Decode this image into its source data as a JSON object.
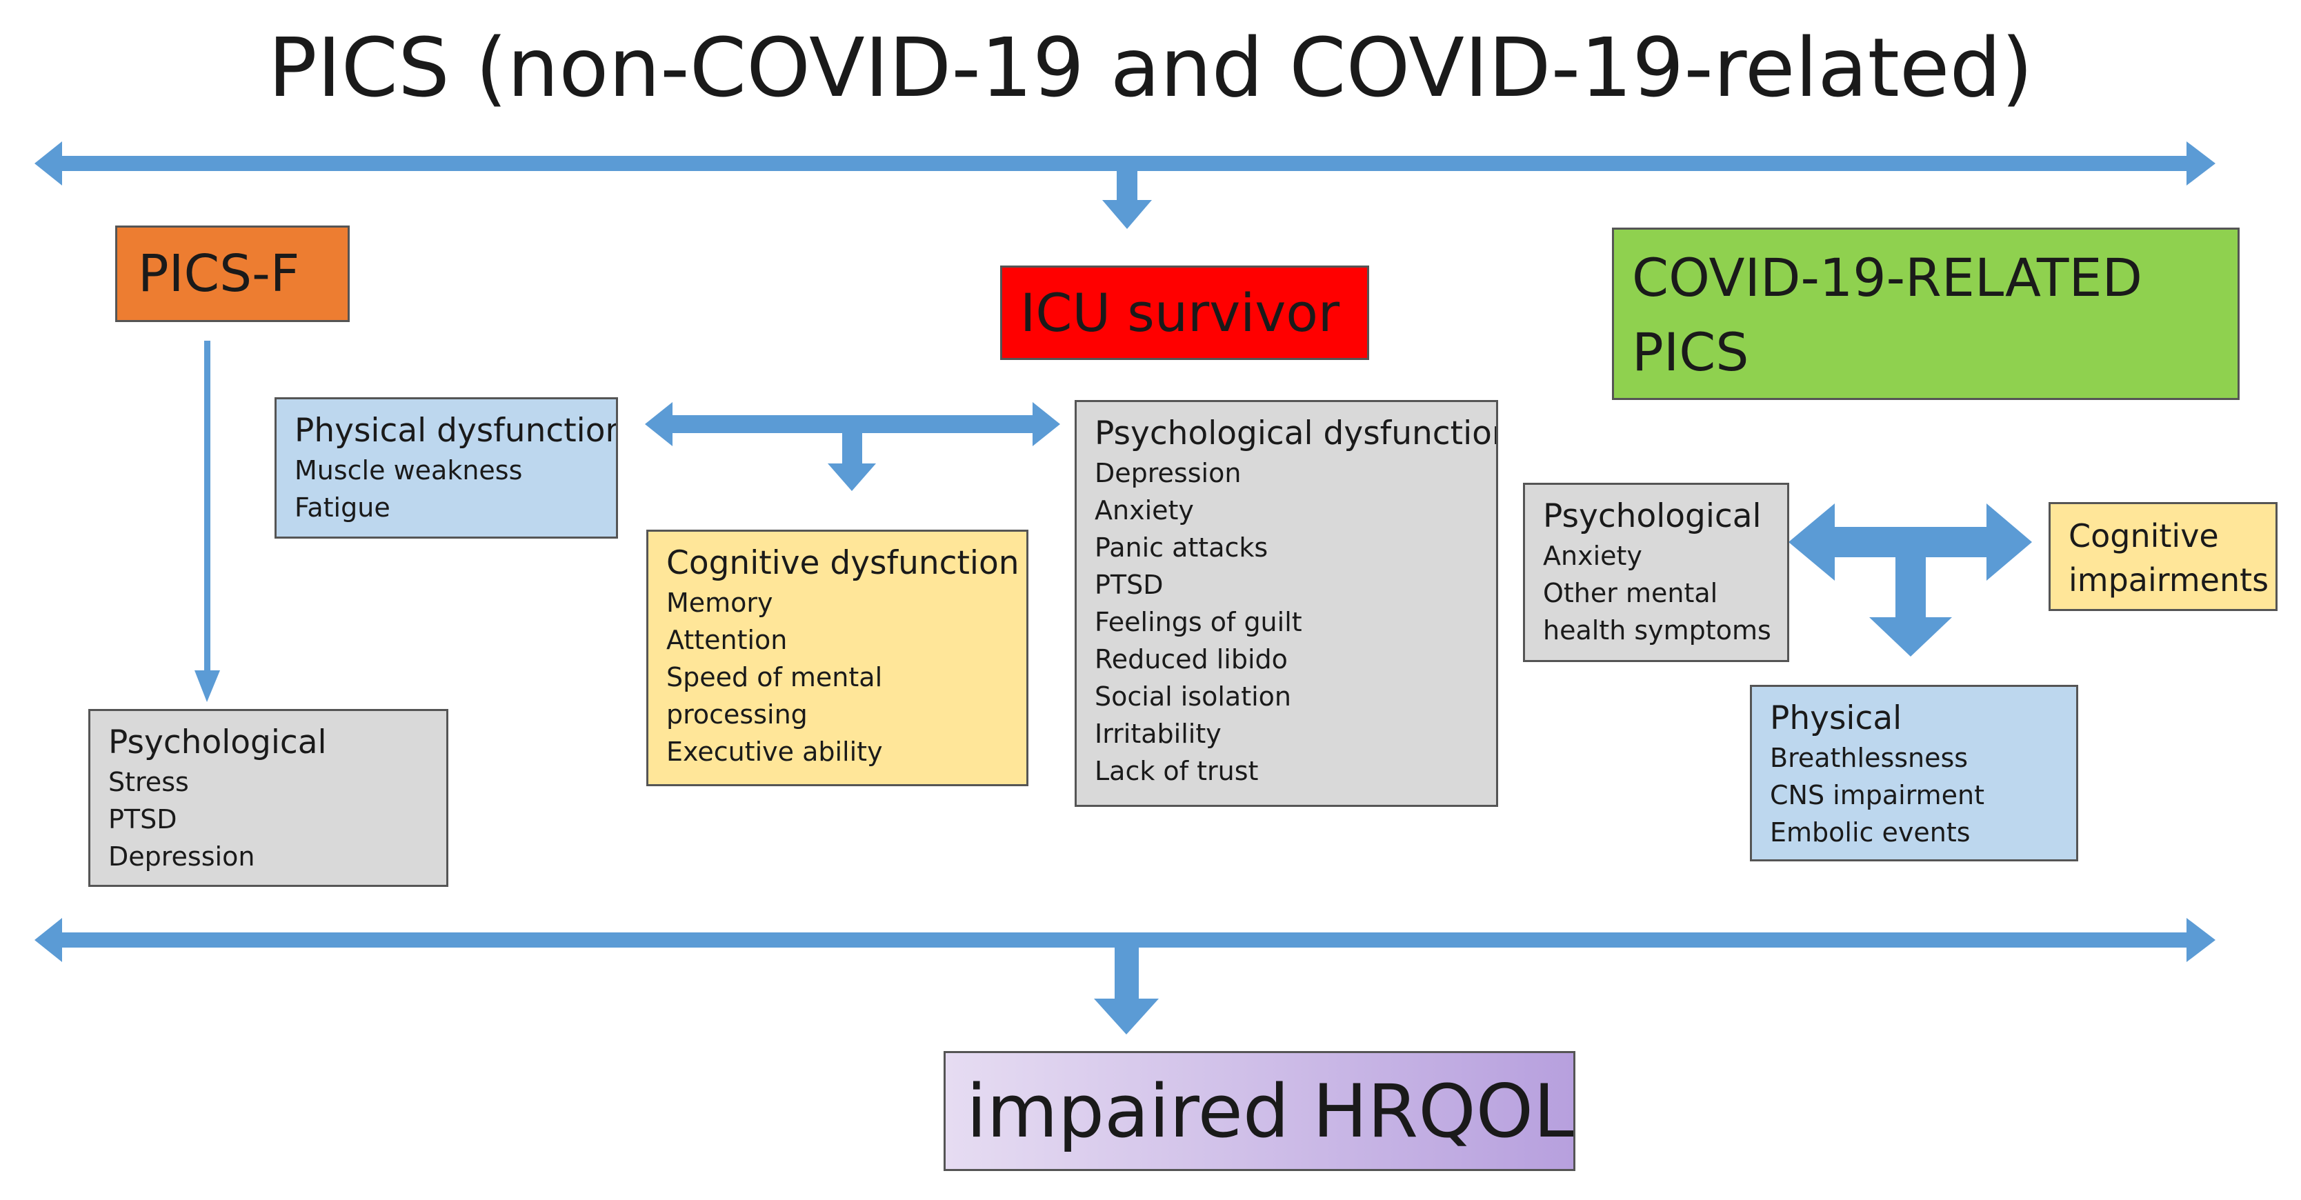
{
  "title": "PICS (non-COVID-19 and COVID-19-related)",
  "boxes": {
    "pics_f": {
      "label": "PICS-F"
    },
    "icu_survivor": {
      "label": "ICU survivor"
    },
    "covid_pics": {
      "label_line1": "COVID-19-RELATED",
      "label_line2": "PICS"
    },
    "physical_dysfunction": {
      "heading": "Physical dysfunction",
      "items": [
        "Muscle weakness",
        "Fatigue"
      ]
    },
    "cognitive_dysfunction": {
      "heading": "Cognitive dysfunction",
      "items": [
        "Memory",
        "Attention",
        "Speed of mental",
        "processing",
        "Executive ability"
      ]
    },
    "psychological_dysfunction": {
      "heading": "Psychological dysfunction",
      "items": [
        "Depression",
        "Anxiety",
        "Panic attacks",
        "PTSD",
        "Feelings of guilt",
        "Reduced libido",
        "Social isolation",
        "Irritability",
        "Lack of trust"
      ]
    },
    "psychological_family": {
      "heading": "Psychological",
      "items": [
        "Stress",
        "PTSD",
        "Depression"
      ]
    },
    "covid_psychological": {
      "heading": "Psychological",
      "items": [
        "Anxiety",
        "Other mental",
        "health symptoms"
      ]
    },
    "covid_cognitive": {
      "label_line1": "Cognitive",
      "label_line2": "impairments"
    },
    "covid_physical": {
      "heading": "Physical",
      "items": [
        "Breathlessness",
        "CNS impairment",
        "Embolic events"
      ]
    },
    "impaired_hrqol": {
      "label": "impaired HRQOL"
    }
  },
  "colors": {
    "arrow": "#5b9bd5",
    "pics_f": "#ed7d31",
    "icu_survivor": "#ff0000",
    "covid_pics": "#8fd14f",
    "blue_box": "#bdd7ee",
    "yellow_box": "#ffe699",
    "gray_box": "#d9d9d9",
    "lavender_box": "#c9b8e6"
  }
}
